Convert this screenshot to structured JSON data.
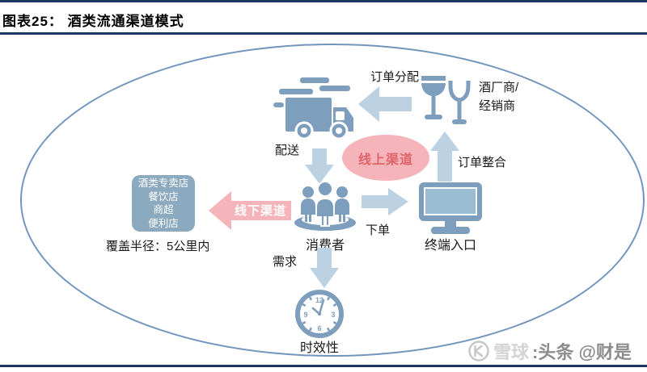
{
  "header": {
    "title": "图表25：  酒类流通渠道模式"
  },
  "diagram": {
    "producer": {
      "line1": "酒厂商/",
      "line2": "经销商"
    },
    "labels": {
      "order_allocation": "订单分配",
      "delivery": "配送",
      "order_integration": "订单整合",
      "place_order": "下单",
      "demand": "需求",
      "coverage_radius": "覆盖半径：5公里内"
    },
    "channels": {
      "online": "线上渠道",
      "offline": "线下渠道"
    },
    "nodes": {
      "consumer": "消费者",
      "terminal": "终端入口",
      "timeliness": "时效性"
    },
    "store_box": {
      "lines": [
        "酒类专卖店",
        "餐饮店",
        "商超",
        "便利店"
      ]
    },
    "clock": {
      "n12": "12",
      "n3": "3",
      "n6": "6",
      "n9": "9"
    }
  },
  "watermark": {
    "brand": "雪球",
    "suffix": ":头条 @财是"
  },
  "icons": {
    "truck": "delivery-truck-icon",
    "wine_glasses": "wine-glasses-icon",
    "people": "consumers-group-icon",
    "monitor": "terminal-monitor-icon",
    "clock": "clock-icon",
    "logo": "xueqiu-logo-icon"
  },
  "colors": {
    "navy_rule": "#1c3660",
    "icon_blue": "#7d9ebd",
    "arrow_blue": "#bcd2e2",
    "screen_blue": "#9cbcd2",
    "box_blue": "#8ba9bf",
    "ellipse_stroke": "#7295be",
    "pink_fill": "#f4b4b9",
    "pink_text": "#e0646b",
    "watermark_light": "#d4d4d4",
    "watermark_dark": "#8c8c8c"
  }
}
